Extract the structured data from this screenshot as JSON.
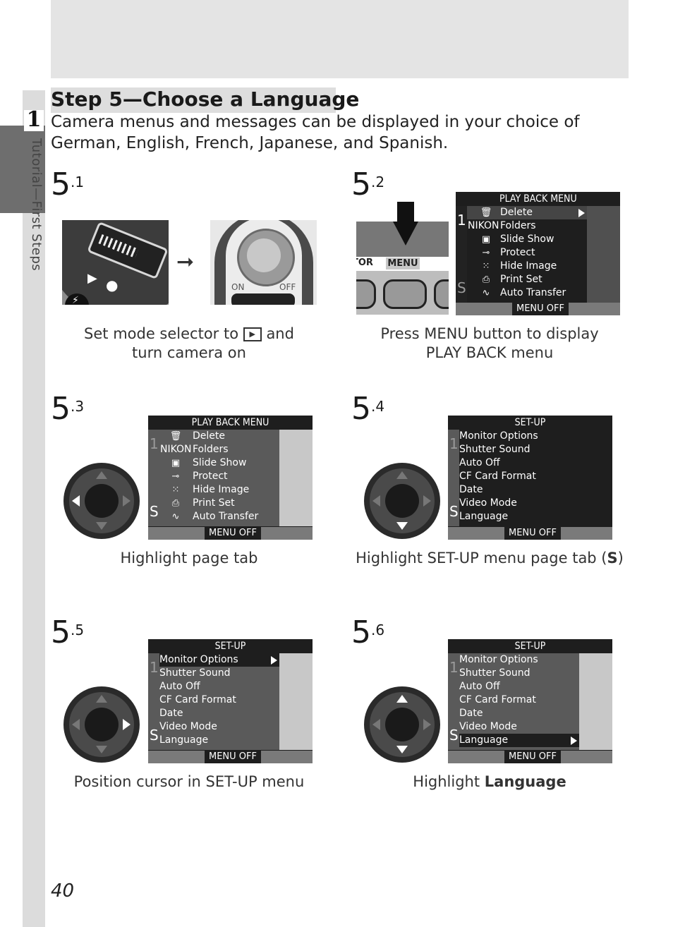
{
  "chapter": {
    "number": "1",
    "side_label": "Tutorial—First Steps"
  },
  "heading": "Step 5—Choose a Language",
  "intro": "Camera menus and messages can be displayed in your choice of German, English, French, Japanese, and Spanish.",
  "steps": [
    {
      "main": "5",
      "sub": ".1",
      "caption_before": "Set mode selector to",
      "caption_after": "and",
      "caption_line2": "turn camera on",
      "labels": {
        "on": "ON",
        "off": "OFF"
      }
    },
    {
      "main": "5",
      "sub": ".2",
      "caption_line1": "Press MENU button to display",
      "caption_line2": "PLAY BACK menu",
      "labels": {
        "tor": "TOR",
        "menu": "MENU"
      }
    },
    {
      "main": "5",
      "sub": ".3",
      "caption": "Highlight page tab"
    },
    {
      "main": "5",
      "sub": ".4",
      "caption_before": "Highlight SET-UP menu page tab (",
      "caption_bold": "S",
      "caption_after": ")"
    },
    {
      "main": "5",
      "sub": ".5",
      "caption": "Position cursor in SET-UP menu"
    },
    {
      "main": "5",
      "sub": ".6",
      "caption_before": "Highlight ",
      "caption_bold": "Language"
    }
  ],
  "playback_menu": {
    "title": "PLAY BACK MENU",
    "items": [
      "Delete",
      "Folders",
      "Slide Show",
      "Protect",
      "Hide Image",
      "Print Set",
      "Auto Transfer"
    ],
    "folder_tag": "NIKON",
    "footer": "MENU OFF",
    "tab_top": "1",
    "tab_bottom": "S"
  },
  "setup_menu": {
    "title": "SET-UP",
    "items": [
      "Monitor Options",
      "Shutter Sound",
      "Auto Off",
      "CF Card Format",
      "Date",
      "Video Mode",
      "Language"
    ],
    "footer": "MENU OFF",
    "tab_top": "1",
    "tab_bottom": "S"
  },
  "page_number": "40"
}
